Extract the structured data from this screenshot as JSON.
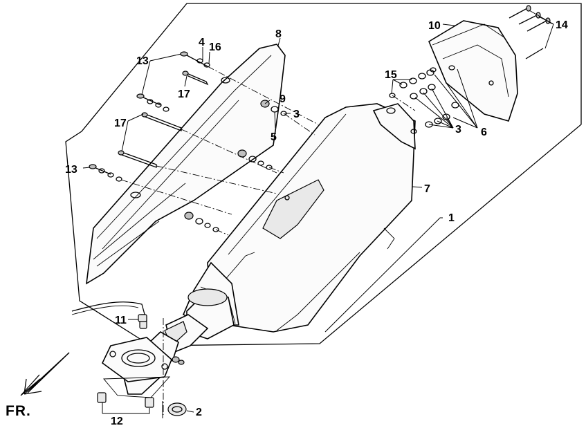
{
  "callouts": {
    "c1": "1",
    "c2": "2",
    "c3a": "3",
    "c3b": "3",
    "c4": "4",
    "c5": "5",
    "c6": "6",
    "c7": "7",
    "c8": "8",
    "c9": "9",
    "c10": "10",
    "c11": "11",
    "c12": "12",
    "c13a": "13",
    "c13b": "13",
    "c14": "14",
    "c15": "15",
    "c16": "16",
    "c17a": "17",
    "c17b": "17"
  },
  "direction_label": "FR."
}
